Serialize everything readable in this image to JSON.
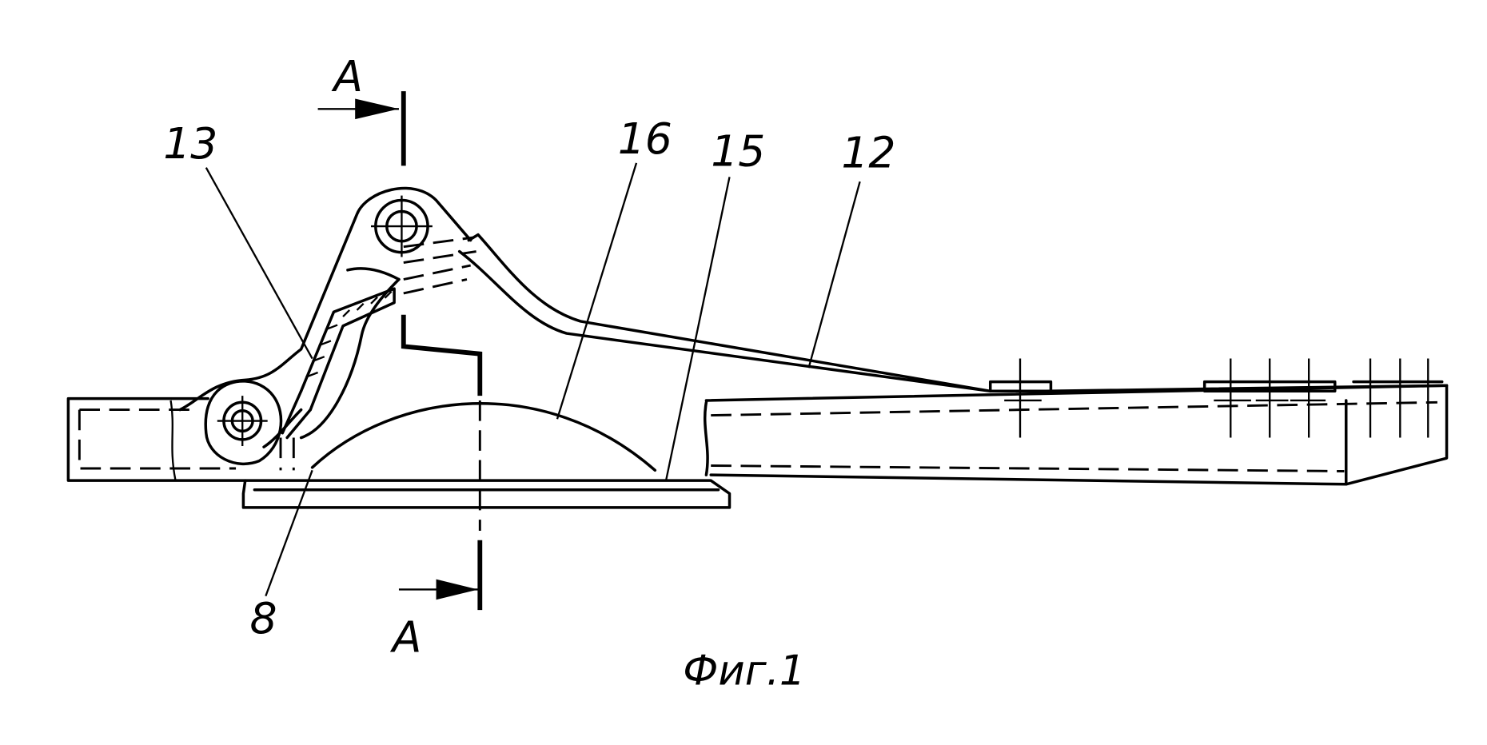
{
  "labels": {
    "section_top": "A",
    "section_bottom": "A",
    "part_13": "13",
    "part_16": "16",
    "part_15": "15",
    "part_12": "12",
    "part_8": "8"
  },
  "caption": "Фиг.1"
}
